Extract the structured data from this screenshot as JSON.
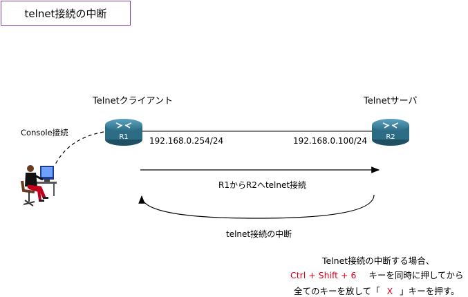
{
  "title": "telnet接続の中断",
  "client": {
    "role_label": "Telnetクライアント",
    "router_name": "R1",
    "ip": "192.168.0.254/24"
  },
  "server": {
    "role_label": "Telnetサーバ",
    "router_name": "R2",
    "ip": "192.168.0.100/24"
  },
  "console_label": "Console接続",
  "connect_label": "R1からR2へtelnet接続",
  "disconnect_label": "telnet接続の中断",
  "note": {
    "line1": "Telnet接続の中断する場合、",
    "line2_keys": "Ctrl + Shift + 6",
    "line2_rest": "キーを同時に押してから",
    "line3_a": "全てのキーを放して「",
    "line3_key": "X",
    "line3_b": "」キーを押す。"
  },
  "colors": {
    "frame": "#7b3ea0",
    "router_body": "#2d6c85",
    "highlight": "#e0001b"
  }
}
